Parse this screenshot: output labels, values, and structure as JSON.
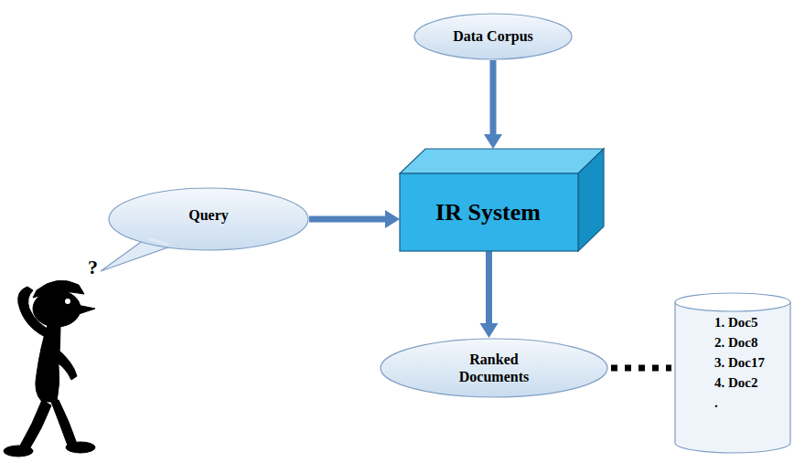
{
  "diagram": {
    "nodes": [
      {
        "text": [
          "Data Corpus"
        ]
      },
      {
        "text": [
          "Query"
        ]
      },
      {
        "text": [
          "IR System"
        ]
      },
      {
        "text": [
          "Ranked Documents"
        ]
      },
      {
        "text": [
          "1. Doc5",
          "2. Doc8",
          "3. Doc17",
          "4. Doc2",
          "."
        ]
      }
    ],
    "edges": [
      {
        "from": 0,
        "to": 2,
        "arrow": "to"
      },
      {
        "from": 1,
        "to": 2,
        "arrow": "to"
      },
      {
        "from": 2,
        "to": 3,
        "arrow": "to"
      },
      {
        "from": 3,
        "to": 4,
        "arrow": "none"
      }
    ],
    "labels": [
      "?"
    ]
  }
}
